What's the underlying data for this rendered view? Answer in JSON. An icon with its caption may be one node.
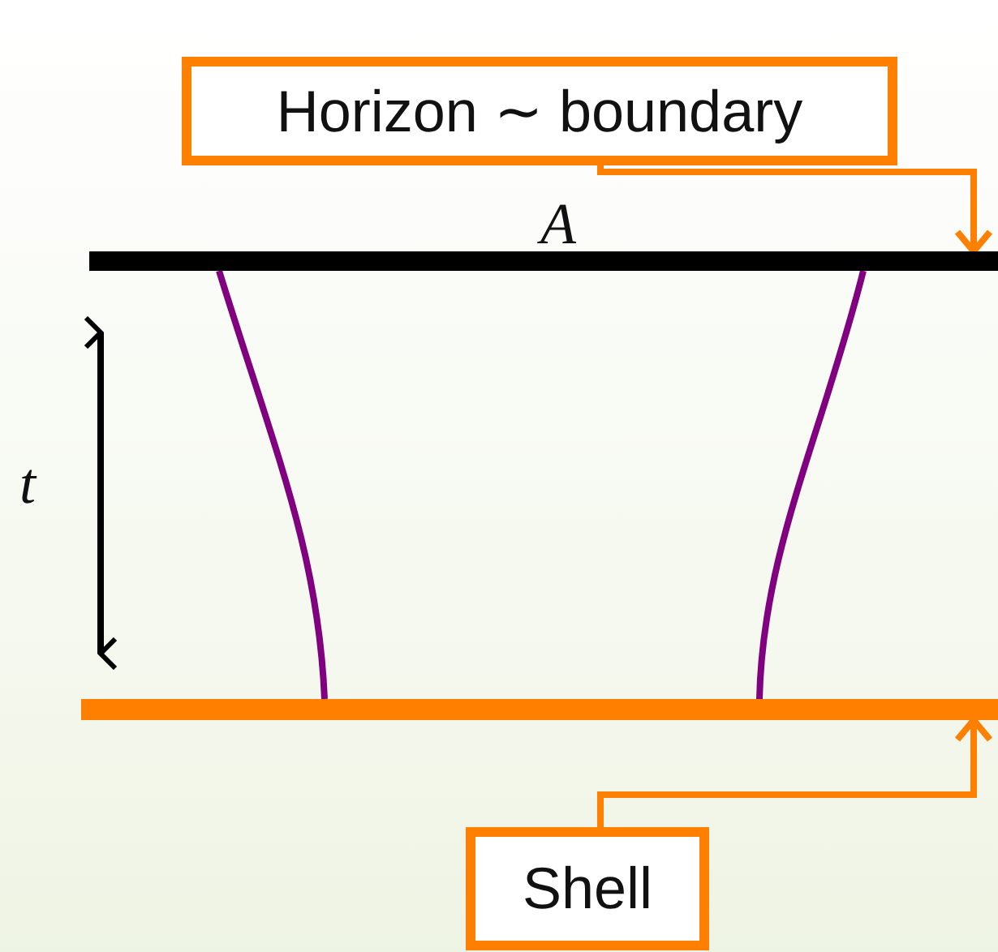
{
  "diagram": {
    "nodes": [
      {
        "text": [
          "Horizon ∼ boundary"
        ]
      },
      {
        "text": [],
        "shape": "bar",
        "beside": [
          "A"
        ]
      },
      {
        "text": [],
        "shape": "bar"
      },
      {
        "text": [
          "Shell"
        ]
      }
    ],
    "edges": [
      {
        "from": 0,
        "to": 1,
        "arrow": "to",
        "color": "#ff8000"
      },
      {
        "from": 3,
        "to": 2,
        "arrow": "to",
        "color": "#ff8000"
      },
      {
        "from": 1,
        "to": 2,
        "arrow": "none",
        "color": "#800080"
      },
      {
        "from": 1,
        "to": 2,
        "arrow": "none",
        "color": "#800080"
      }
    ],
    "labels": [
      "t"
    ]
  }
}
